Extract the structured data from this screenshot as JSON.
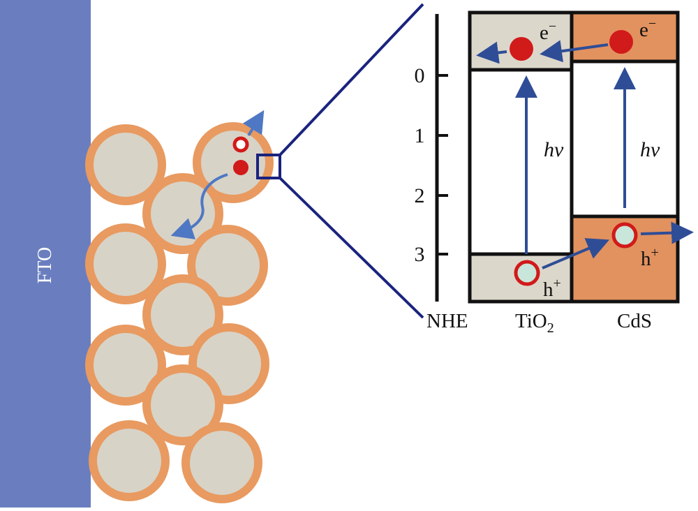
{
  "electrode": {
    "label": "FTO"
  },
  "energy_axis": {
    "name": "NHE",
    "ticks": [
      "0",
      "1",
      "2",
      "3"
    ]
  },
  "materials": {
    "tio2": {
      "label_main": "TiO",
      "label_sub": "2"
    },
    "cds": {
      "label": "CdS"
    }
  },
  "carriers": {
    "electron": {
      "symbol": "e",
      "charge": "−"
    },
    "hole": {
      "symbol": "h",
      "charge": "+"
    }
  },
  "excitation": {
    "label": "hv"
  },
  "colors": {
    "fto": "#6a7ebf",
    "particle_fill": "#d8d3c7",
    "particle_ring": "#e89a60",
    "cds_band": "#e2925f",
    "tio2_band": "#dcd7cb",
    "arrow": "#2f4d96",
    "zoom_lines": "#1a237e",
    "electron": "#d11a1a",
    "hole_fill": "#c9e6da",
    "hole_ring": "#d11a1a"
  }
}
